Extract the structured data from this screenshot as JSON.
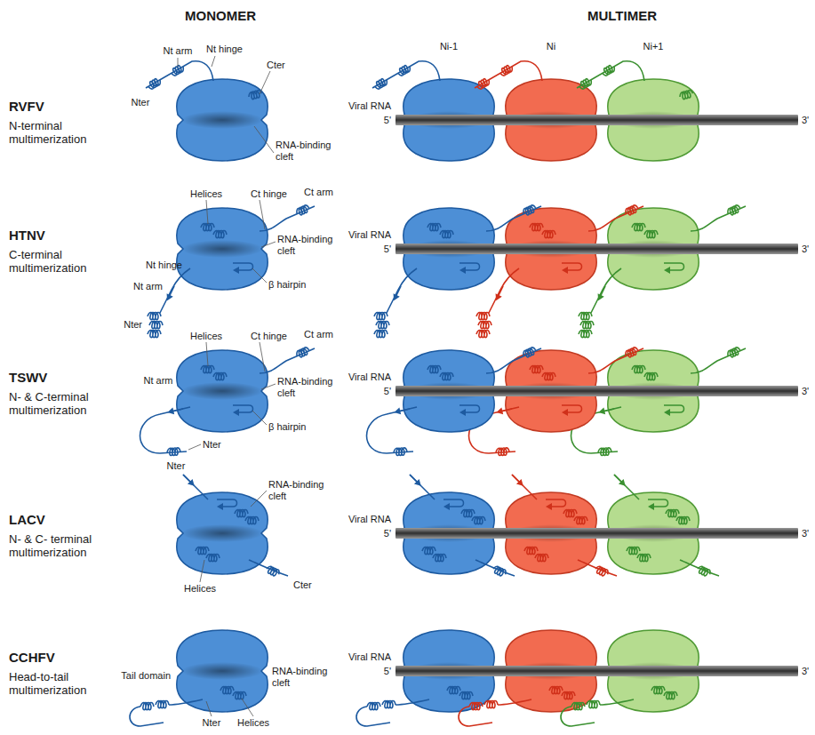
{
  "diagram": {
    "labels": [
      "MONOMER",
      "MULTIMER",
      "Ni-1",
      "Ni",
      "Ni+1",
      "RVFV",
      "N-terminal multimerization",
      "Nt arm",
      "Nt hinge",
      "Nter",
      "Cter",
      "RNA-binding cleft",
      "Viral RNA",
      "5'",
      "3'",
      "HTNV",
      "C-terminal multimerization",
      "Helices",
      "Ct hinge",
      "Ct arm",
      "Nt hinge",
      "RNA-binding cleft",
      "Nt arm",
      "β hairpin",
      "Nter",
      "Viral RNA",
      "5'",
      "3'",
      "TSWV",
      "N- & C-terminal multimerization",
      "Helices",
      "Ct hinge",
      "Ct arm",
      "Nt arm",
      "RNA-binding cleft",
      "Nter",
      "β hairpin",
      "Viral RNA",
      "5'",
      "3'",
      "LACV",
      "N- & C- terminal multimerization",
      "Nter",
      "RNA-binding cleft",
      "Helices",
      "Cter",
      "Viral RNA",
      "5'",
      "3'",
      "CCHFV",
      "Head-to-tail multimerization",
      "RNA-binding cleft",
      "Tail domain",
      "Nter",
      "Helices",
      "Viral RNA",
      "5'",
      "3'"
    ]
  }
}
